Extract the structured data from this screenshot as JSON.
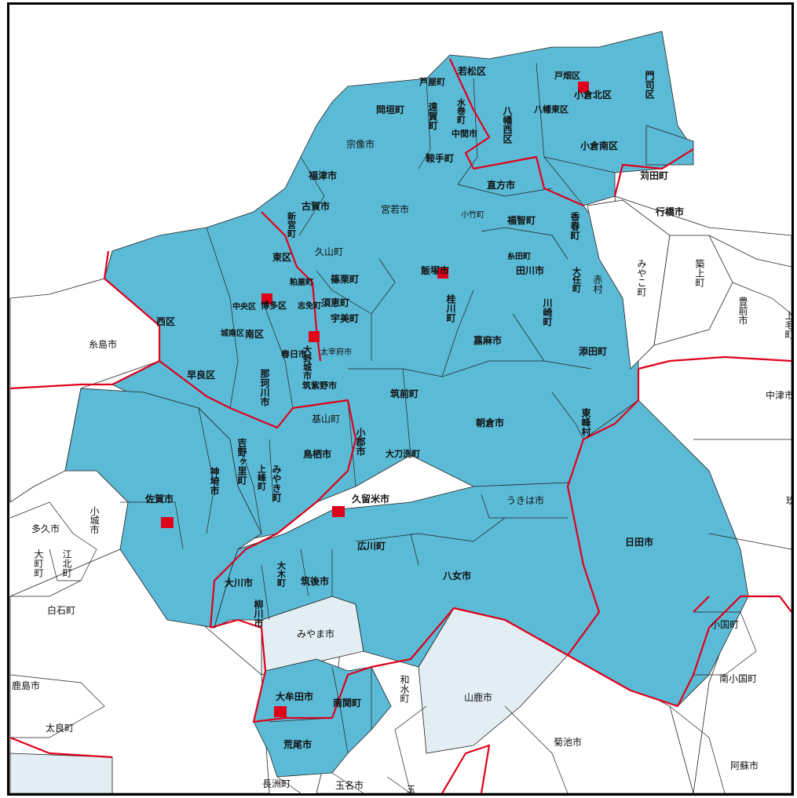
{
  "colors": {
    "active_region": "#5bbad6",
    "light_region": "#e2eef3",
    "other_region": "#ffffff",
    "prefecture_border": "#e0001a",
    "marker": "#e0001a"
  },
  "labels": {
    "wakamatsu": "若松区",
    "ashiya": "芦屋町",
    "tobata": "戸畑区",
    "kokurakita": "小倉北区",
    "moji": "門司区",
    "okagaki": "岡垣町",
    "onga": "遠賀町",
    "mizumaki": "水巻町",
    "nakama": "中間市",
    "yahatanishi": "八幡西区",
    "yahatahigashi": "八幡東区",
    "munakata": "宗像市",
    "kurate": "鞍手町",
    "kokuraminami": "小倉南区",
    "kanda": "苅田町",
    "fukutsu": "福津市",
    "miyawaka": "宮若市",
    "nogata": "直方市",
    "yukuhashi": "行橋市",
    "koga": "古賀市",
    "shingu": "新宮町",
    "kotake": "小竹町",
    "fukuchi": "福智町",
    "kawara": "香春町",
    "hisayama": "久山町",
    "higashiku": "東区",
    "iizuka": "飯塚市",
    "itoda": "糸田町",
    "tagawa": "田川市",
    "chikujo": "築上町",
    "miyako": "みやこ町",
    "oto": "大任町",
    "akamura": "赤村",
    "kasuya": "粕屋町",
    "sasaguri": "篠栗町",
    "hakata": "博多区",
    "shime": "志免町",
    "sue": "須恵町",
    "umi": "宇美町",
    "chuo": "中央区",
    "nishiku": "西区",
    "sawara": "早良区",
    "minamiku": "南区",
    "jonan": "城南区",
    "keisen": "桂川町",
    "kawasaki": "川崎町",
    "buzen": "豊前市",
    "kamige": "上毛町",
    "itoshima": "糸島市",
    "kasuga": "春日市",
    "onojo": "大野城市",
    "dazaifu": "太宰府市",
    "kama": "嘉麻市",
    "soeda": "添田町",
    "chikushino": "筑紫野市",
    "nakagawa": "那珂川市",
    "chikuzen": "筑前町",
    "nakatsu": "中津市",
    "kiyama": "基山町",
    "asakura": "朝倉市",
    "toho": "東峰村",
    "yoshinogari": "吉野ヶ里町",
    "kanzaki": "神埼市",
    "ogori": "小郡市",
    "tosu": "鳥栖市",
    "tachiarai": "大刀洗町",
    "kamimine": "上峰町",
    "miyaki": "みやき町",
    "saga": "佐賀市",
    "kurume": "久留米市",
    "ukiha": "うきは市",
    "kusu": "玖",
    "ogi": "小城市",
    "taku": "多久市",
    "omachi": "大町町",
    "kohoku": "江北町",
    "hita": "日田市",
    "hirokawa": "広川町",
    "shiroishi": "白石町",
    "okawa": "大川市",
    "okicho": "大木町",
    "chikugo": "筑後市",
    "yame": "八女市",
    "yanagawa": "柳川市",
    "oguni": "小国町",
    "miyama": "みやま市",
    "kashima": "鹿島市",
    "nagomi": "和水町",
    "minamioguni": "南小国町",
    "omuta": "大牟田市",
    "nankan": "南関町",
    "yamaga": "山鹿市",
    "tara": "太良町",
    "kikuchi": "菊池市",
    "arao": "荒尾市",
    "aso": "阿蘇市",
    "nagasu": "長洲町",
    "tamana": "玉名市",
    "gyokuto": "玉東町"
  }
}
